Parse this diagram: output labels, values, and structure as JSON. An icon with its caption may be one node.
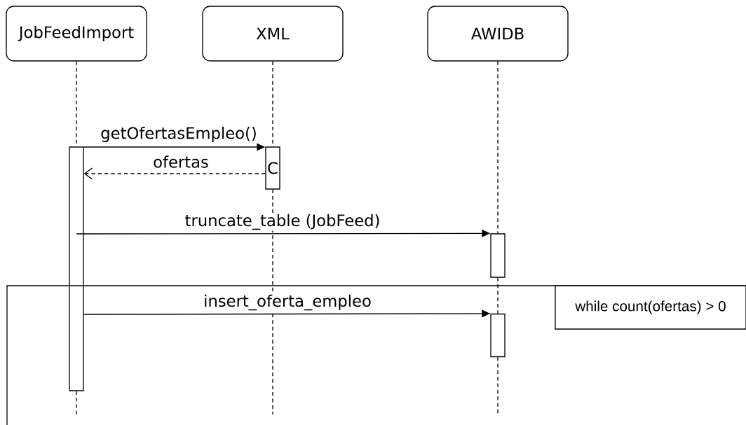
{
  "diagram": {
    "nodes": [
      {
        "text": [
          "JobFeedImport"
        ]
      },
      {
        "text": [
          "XML"
        ]
      },
      {
        "text": [
          "AWIDB"
        ]
      },
      {
        "text": [],
        "shape": "bar"
      },
      {
        "text": [
          "C"
        ]
      },
      {
        "text": [],
        "shape": "bar"
      },
      {
        "text": [],
        "shape": "bar"
      },
      {
        "text": [
          "while count(ofertas) > 0"
        ]
      }
    ],
    "edges": [
      {
        "from": 0,
        "to": 3,
        "arrow": "none",
        "style": "dashed"
      },
      {
        "from": 3,
        "to": null,
        "arrow": "none",
        "style": "dashed"
      },
      {
        "from": 1,
        "to": 4,
        "arrow": "none",
        "style": "dashed"
      },
      {
        "from": 4,
        "to": null,
        "arrow": "none",
        "style": "dashed"
      },
      {
        "from": 2,
        "to": 5,
        "arrow": "none",
        "style": "dashed"
      },
      {
        "from": 5,
        "to": 6,
        "arrow": "none",
        "style": "dashed"
      },
      {
        "from": 6,
        "to": null,
        "arrow": "none",
        "style": "dashed"
      },
      {
        "from": 3,
        "to": 4,
        "arrow": "to",
        "label": "getOfertasEmpleo()"
      },
      {
        "from": 4,
        "to": 3,
        "arrow": "to",
        "label": "ofertas",
        "style": "dashed"
      },
      {
        "from": 3,
        "to": 5,
        "arrow": "to",
        "label": "truncate_table (JobFeed)"
      },
      {
        "from": 3,
        "to": 6,
        "arrow": "to",
        "label": "insert_oferta_empleo"
      }
    ]
  }
}
